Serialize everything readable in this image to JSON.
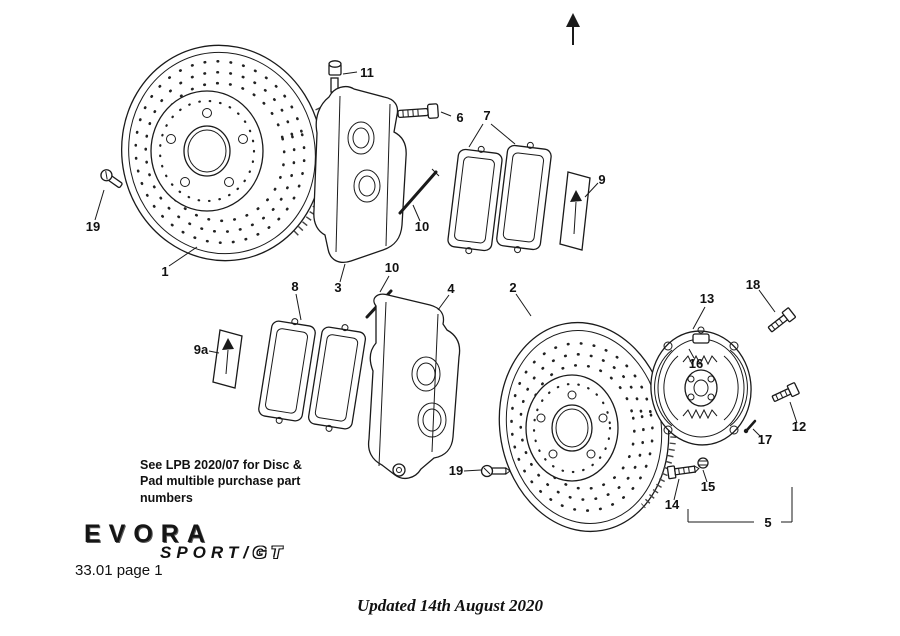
{
  "callouts": {
    "c1": "1",
    "c2": "2",
    "c3": "3",
    "c4": "4",
    "c5": "5",
    "c6": "6",
    "c7": "7",
    "c8": "8",
    "c9": "9",
    "c9a": "9a",
    "c10_top": "10",
    "c10_bottom": "10",
    "c11": "11",
    "c12": "12",
    "c13": "13",
    "c14": "14",
    "c15": "15",
    "c16": "16",
    "c17": "17",
    "c18": "18",
    "c19_left": "19",
    "c19_bottom": "19"
  },
  "note": [
    "See LPB 2020/07 for Disc &",
    "Pad multible purchase part",
    "numbers"
  ],
  "logo": {
    "primary": "EVORA",
    "secondary": "SPORT",
    "tertiary": "/",
    "quaternary": "GT"
  },
  "footer": {
    "page_ref": "33.01 page 1",
    "updated": "Updated 14th August 2020"
  }
}
